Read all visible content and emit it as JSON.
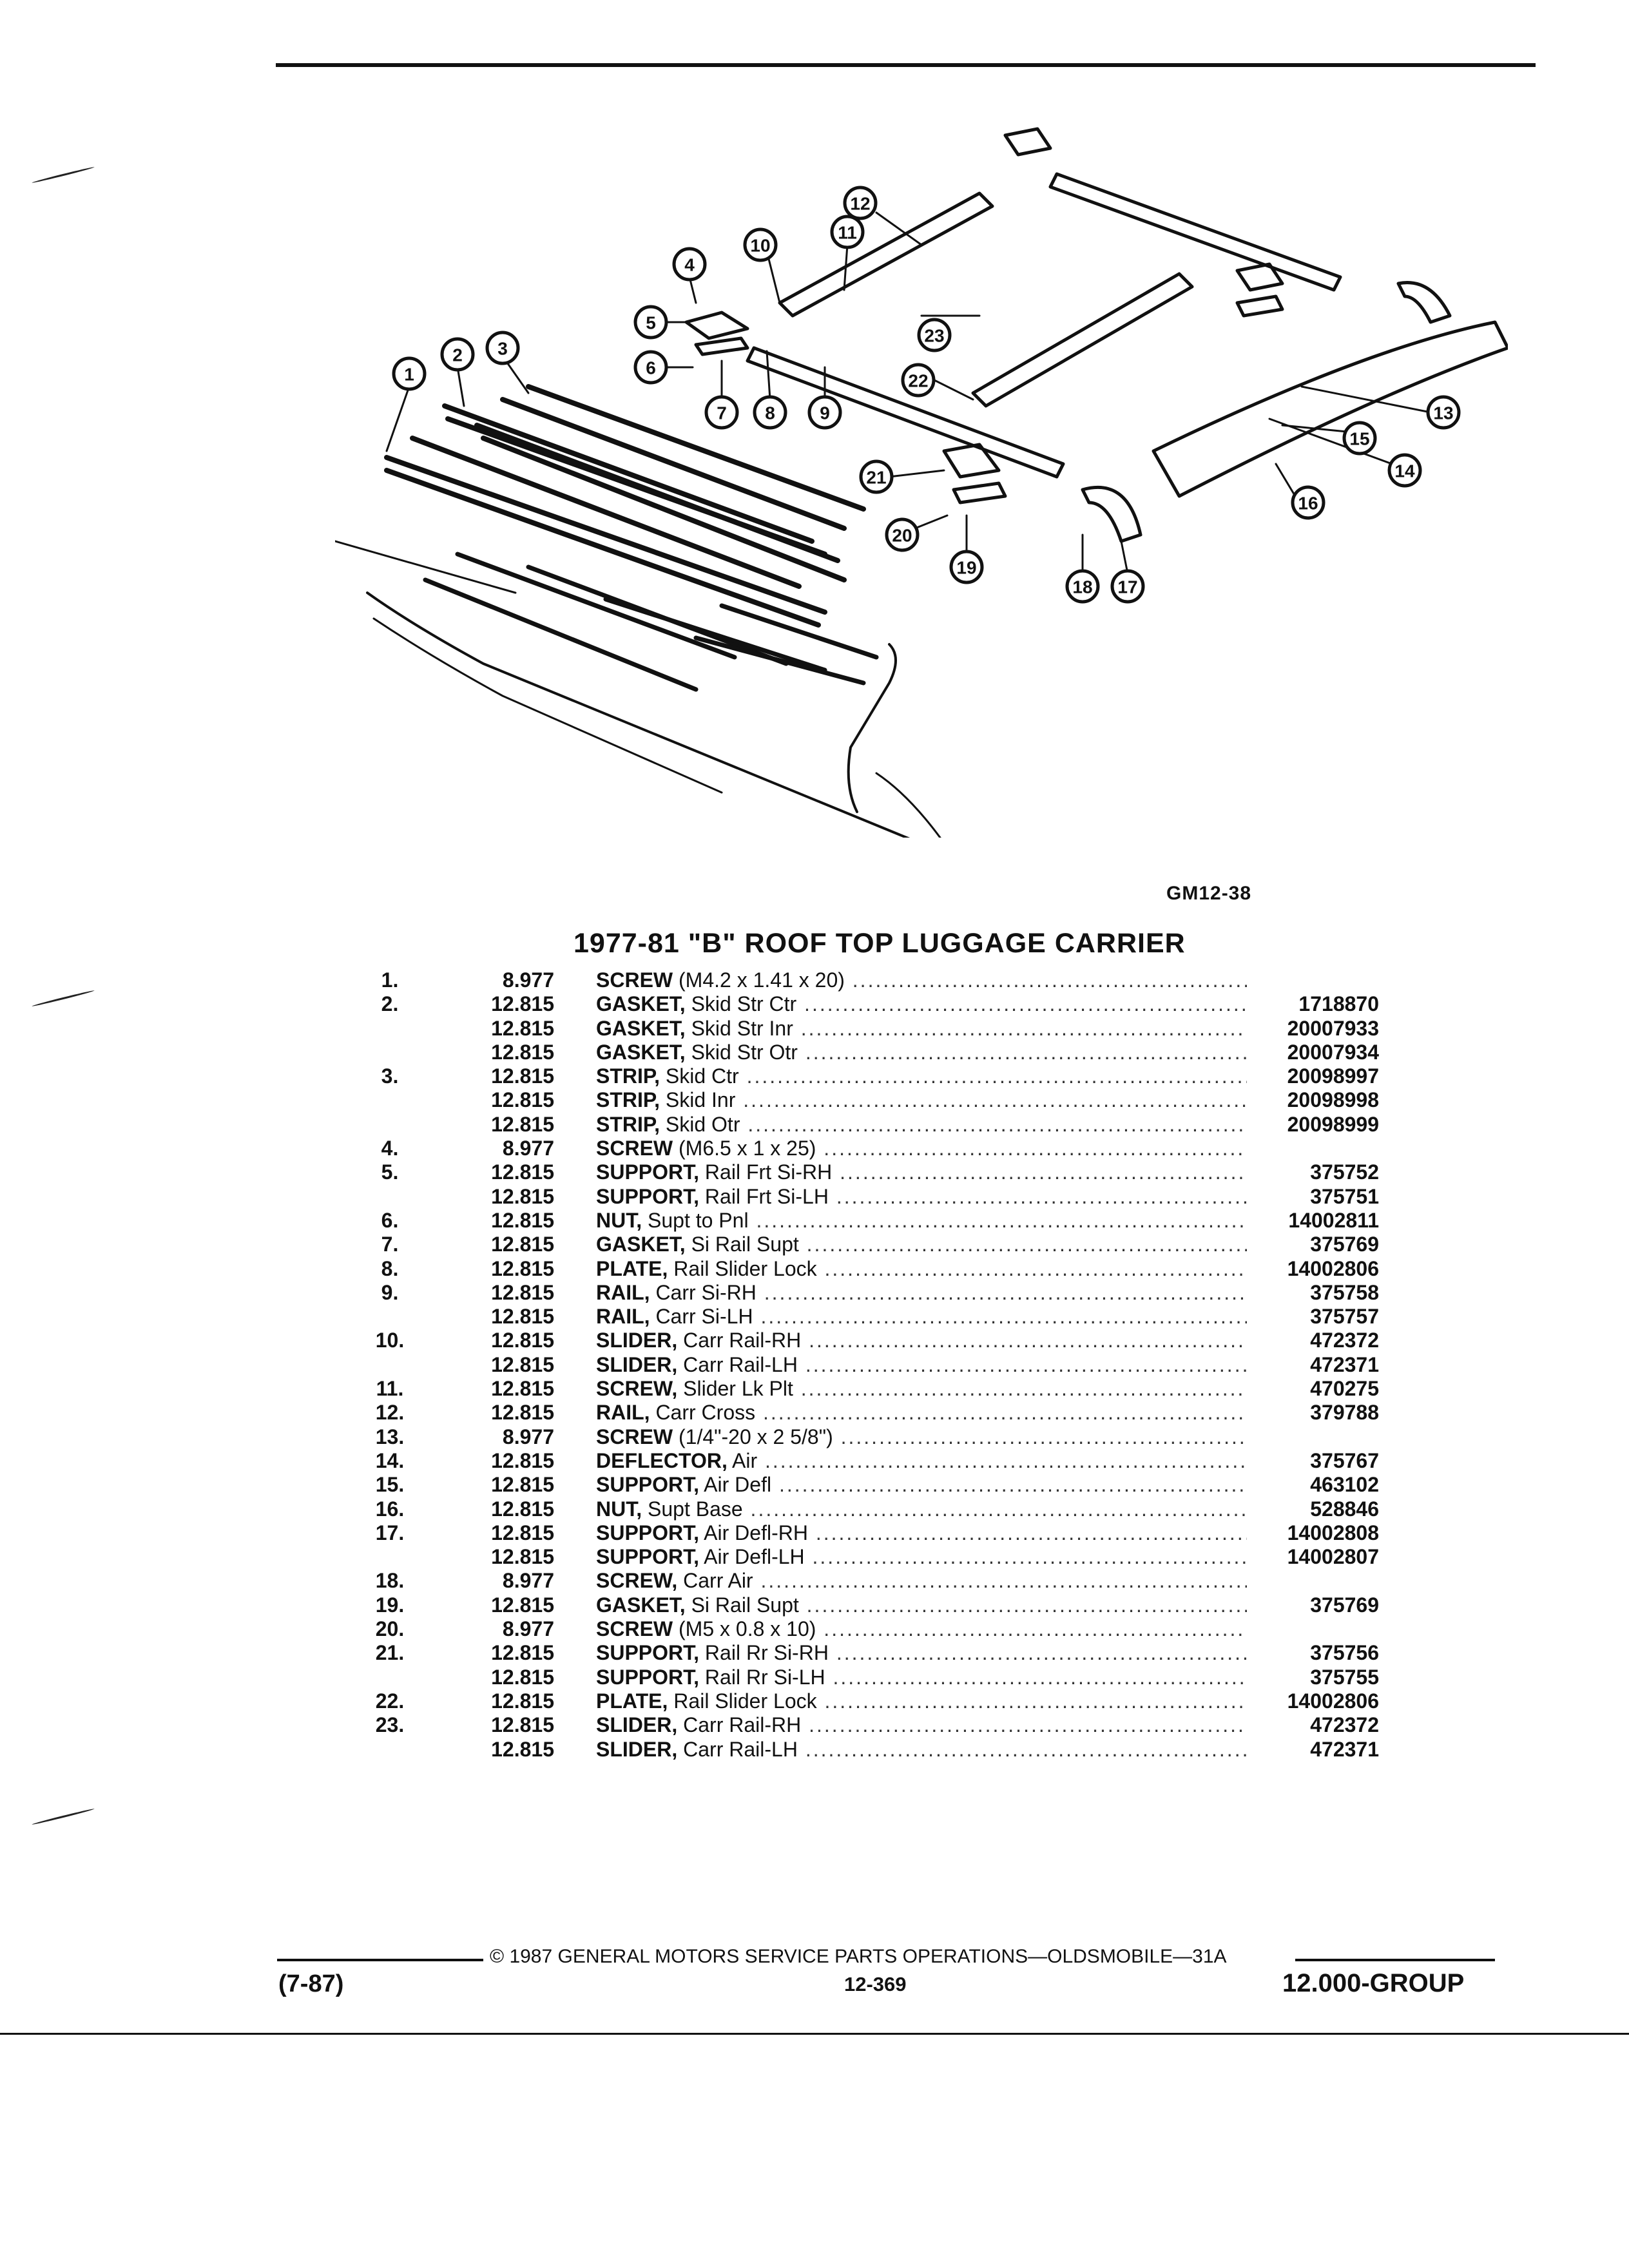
{
  "figure_code": "GM12-38",
  "title": "1977-81 \"B\" ROOF TOP LUGGAGE CARRIER",
  "callouts": [
    "1",
    "2",
    "3",
    "4",
    "5",
    "6",
    "7",
    "8",
    "9",
    "10",
    "11",
    "12",
    "13",
    "14",
    "15",
    "16",
    "17",
    "18",
    "19",
    "20",
    "21",
    "22",
    "23"
  ],
  "parts": [
    {
      "no": "1.",
      "group": "8.977",
      "name": "SCREW",
      "detail": " (M4.2 x 1.41 x 20)",
      "part": ""
    },
    {
      "no": "2.",
      "group": "12.815",
      "name": "GASKET,",
      "detail": " Skid Str Ctr",
      "part": "1718870"
    },
    {
      "no": "",
      "group": "12.815",
      "name": "GASKET,",
      "detail": " Skid Str Inr",
      "part": "20007933"
    },
    {
      "no": "",
      "group": "12.815",
      "name": "GASKET,",
      "detail": " Skid Str Otr",
      "part": "20007934"
    },
    {
      "no": "3.",
      "group": "12.815",
      "name": "STRIP,",
      "detail": " Skid Ctr",
      "part": "20098997"
    },
    {
      "no": "",
      "group": "12.815",
      "name": "STRIP,",
      "detail": " Skid Inr",
      "part": "20098998"
    },
    {
      "no": "",
      "group": "12.815",
      "name": "STRIP,",
      "detail": " Skid Otr",
      "part": "20098999"
    },
    {
      "no": "4.",
      "group": "8.977",
      "name": "SCREW",
      "detail": " (M6.5 x 1 x 25)",
      "part": ""
    },
    {
      "no": "5.",
      "group": "12.815",
      "name": "SUPPORT,",
      "detail": " Rail Frt Si-RH",
      "part": "375752"
    },
    {
      "no": "",
      "group": "12.815",
      "name": "SUPPORT,",
      "detail": " Rail Frt Si-LH",
      "part": "375751"
    },
    {
      "no": "6.",
      "group": "12.815",
      "name": "NUT,",
      "detail": " Supt to Pnl",
      "part": "14002811"
    },
    {
      "no": "7.",
      "group": "12.815",
      "name": "GASKET,",
      "detail": " Si Rail Supt",
      "part": "375769"
    },
    {
      "no": "8.",
      "group": "12.815",
      "name": "PLATE,",
      "detail": " Rail Slider Lock",
      "part": "14002806"
    },
    {
      "no": "9.",
      "group": "12.815",
      "name": "RAIL,",
      "detail": " Carr Si-RH",
      "part": "375758"
    },
    {
      "no": "",
      "group": "12.815",
      "name": "RAIL,",
      "detail": " Carr Si-LH",
      "part": "375757"
    },
    {
      "no": "10.",
      "group": "12.815",
      "name": "SLIDER,",
      "detail": " Carr Rail-RH",
      "part": "472372"
    },
    {
      "no": "",
      "group": "12.815",
      "name": "SLIDER,",
      "detail": " Carr Rail-LH",
      "part": "472371"
    },
    {
      "no": "11.",
      "group": "12.815",
      "name": "SCREW,",
      "detail": " Slider Lk Plt",
      "part": "470275"
    },
    {
      "no": "12.",
      "group": "12.815",
      "name": "RAIL,",
      "detail": " Carr Cross",
      "part": "379788"
    },
    {
      "no": "13.",
      "group": "8.977",
      "name": "SCREW",
      "detail": " (1/4\"-20 x 2 5/8\")",
      "part": ""
    },
    {
      "no": "14.",
      "group": "12.815",
      "name": "DEFLECTOR,",
      "detail": " Air",
      "part": "375767"
    },
    {
      "no": "15.",
      "group": "12.815",
      "name": "SUPPORT,",
      "detail": " Air Defl",
      "part": "463102"
    },
    {
      "no": "16.",
      "group": "12.815",
      "name": "NUT,",
      "detail": " Supt Base",
      "part": "528846"
    },
    {
      "no": "17.",
      "group": "12.815",
      "name": "SUPPORT,",
      "detail": " Air Defl-RH",
      "part": "14002808"
    },
    {
      "no": "",
      "group": "12.815",
      "name": "SUPPORT,",
      "detail": " Air Defl-LH",
      "part": "14002807"
    },
    {
      "no": "18.",
      "group": "8.977",
      "name": "SCREW,",
      "detail": " Carr Air",
      "part": ""
    },
    {
      "no": "19.",
      "group": "12.815",
      "name": "GASKET,",
      "detail": " Si Rail Supt",
      "part": "375769"
    },
    {
      "no": "20.",
      "group": "8.977",
      "name": "SCREW",
      "detail": " (M5 x 0.8 x 10)",
      "part": ""
    },
    {
      "no": "21.",
      "group": "12.815",
      "name": "SUPPORT,",
      "detail": " Rail Rr Si-RH",
      "part": "375756"
    },
    {
      "no": "",
      "group": "12.815",
      "name": "SUPPORT,",
      "detail": " Rail Rr Si-LH",
      "part": "375755"
    },
    {
      "no": "22.",
      "group": "12.815",
      "name": "PLATE,",
      "detail": " Rail Slider Lock",
      "part": "14002806"
    },
    {
      "no": "23.",
      "group": "12.815",
      "name": "SLIDER,",
      "detail": " Carr Rail-RH",
      "part": "472372"
    },
    {
      "no": "",
      "group": "12.815",
      "name": "SLIDER,",
      "detail": " Carr Rail-LH",
      "part": "472371"
    }
  ],
  "footer": {
    "copyright": "© 1987 GENERAL MOTORS SERVICE PARTS OPERATIONS—OLDSMOBILE—31A",
    "page_number": "12-369",
    "date_code": "(7-87)",
    "group_code": "12.000-GROUP"
  }
}
